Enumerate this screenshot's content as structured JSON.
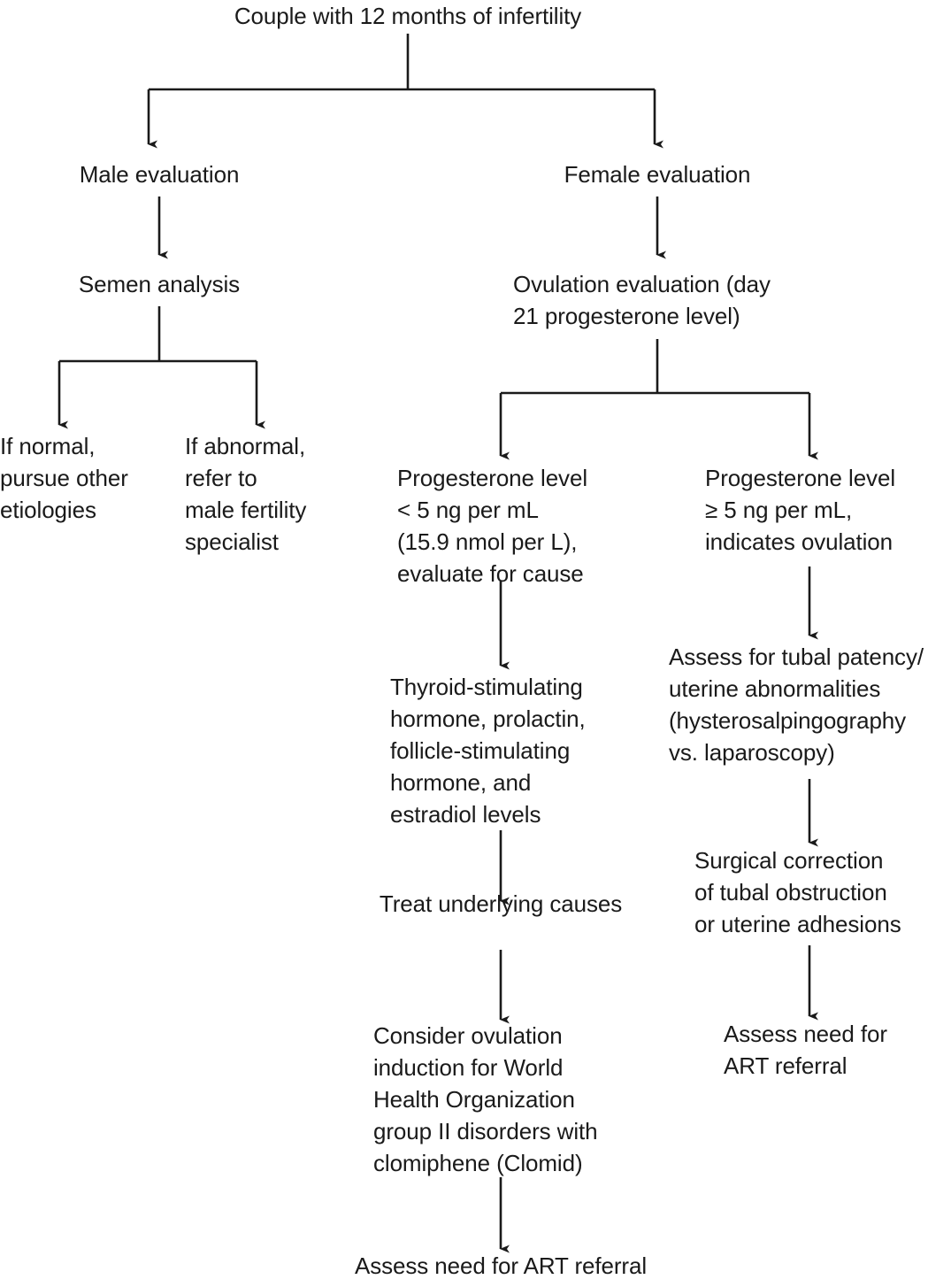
{
  "figure": {
    "type": "flowchart",
    "title": "Couple with 12 months of infertility",
    "orientation": "top-down",
    "background_color": "#ffffff",
    "line_color": "#1a1a1a",
    "text_color": "#1a1a1a"
  },
  "nodes": {
    "root": "Couple with 12 months of infertility",
    "male_evaluation": "Male evaluation",
    "semen_analysis": "Semen analysis",
    "if_normal": "If normal,\npursue other\netiologies",
    "if_abnormal": "If abnormal,\nrefer to\nmale fertility\nspecialist",
    "female_evaluation": "Female evaluation",
    "ovulation_evaluation": "Ovulation evaluation (day\n21 progesterone level)",
    "progesterone_low": "Progesterone level\n< 5 ng per mL\n(15.9 nmol per L),\nevaluate for cause",
    "progesterone_high": "Progesterone level\n≥ 5 ng per mL,\nindicates ovulation",
    "hormone_panel": "Thyroid-stimulating\nhormone, prolactin,\nfollicle-stimulating\nhormone, and\nestradiol levels",
    "treat_causes": "Treat underlying causes",
    "consider_ovulation_induction": "Consider ovulation\ninduction for World\nHealth Organization\ngroup II disorders with\nclomiphene (Clomid)",
    "assess_art_left": "Assess need for ART referral",
    "assess_tubal_patency": "Assess for tubal patency/\nuterine abnormalities\n(hysterosalpingography\nvs. laparoscopy)",
    "surgical_correction": "Surgical correction\nof tubal obstruction\nor uterine adhesions",
    "assess_art_right": "Assess need for\nART referral"
  },
  "edges": [
    {
      "from": "root",
      "to": "male_evaluation",
      "kind": "split-left"
    },
    {
      "from": "root",
      "to": "female_evaluation",
      "kind": "split-right"
    },
    {
      "from": "male_evaluation",
      "to": "semen_analysis",
      "kind": "straight"
    },
    {
      "from": "semen_analysis",
      "to": "if_normal",
      "kind": "split-left"
    },
    {
      "from": "semen_analysis",
      "to": "if_abnormal",
      "kind": "split-right"
    },
    {
      "from": "female_evaluation",
      "to": "ovulation_evaluation",
      "kind": "straight"
    },
    {
      "from": "ovulation_evaluation",
      "to": "progesterone_low",
      "kind": "split-left"
    },
    {
      "from": "ovulation_evaluation",
      "to": "progesterone_high",
      "kind": "split-right"
    },
    {
      "from": "progesterone_low",
      "to": "hormone_panel",
      "kind": "straight"
    },
    {
      "from": "hormone_panel",
      "to": "treat_causes",
      "kind": "straight"
    },
    {
      "from": "treat_causes",
      "to": "consider_ovulation_induction",
      "kind": "straight"
    },
    {
      "from": "consider_ovulation_induction",
      "to": "assess_art_left",
      "kind": "straight"
    },
    {
      "from": "progesterone_high",
      "to": "assess_tubal_patency",
      "kind": "straight"
    },
    {
      "from": "assess_tubal_patency",
      "to": "surgical_correction",
      "kind": "straight"
    },
    {
      "from": "surgical_correction",
      "to": "assess_art_right",
      "kind": "straight"
    }
  ]
}
